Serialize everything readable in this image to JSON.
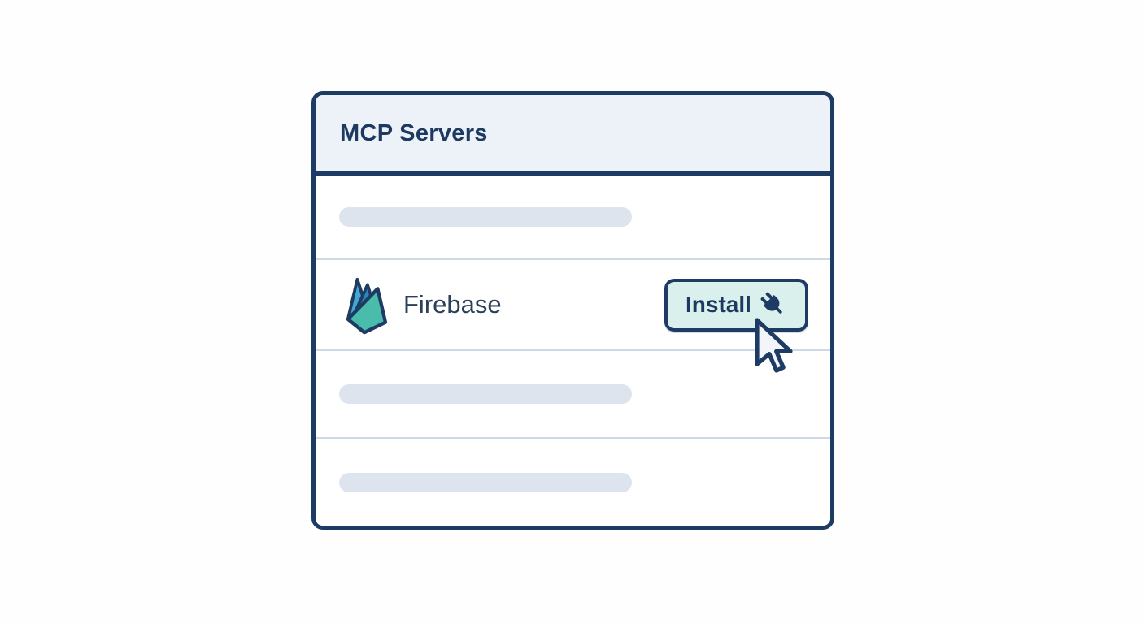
{
  "panel": {
    "title": "MCP Servers",
    "rows": [
      {
        "type": "skeleton"
      },
      {
        "type": "server",
        "name": "Firebase",
        "action": "Install",
        "icon": "firebase-icon",
        "action_icon": "plug-icon"
      },
      {
        "type": "skeleton"
      },
      {
        "type": "skeleton"
      }
    ]
  },
  "cursor": {
    "icon": "arrow-cursor-icon"
  },
  "colors": {
    "outline_navy": "#1e3c63",
    "title_text": "#1c3a5f",
    "header_bg": "#edf1f8",
    "body_bg": "#ffffff",
    "skeleton_bar": "#dde4ee",
    "divider": "#cdd9e6",
    "install_button_bg": "#d9f0ec",
    "firebase_teal": "#4abcab",
    "firebase_light_blue": "#41a9d3",
    "firebase_mid_blue": "#2d87ba",
    "cursor_fill": "#f2f6fa"
  }
}
